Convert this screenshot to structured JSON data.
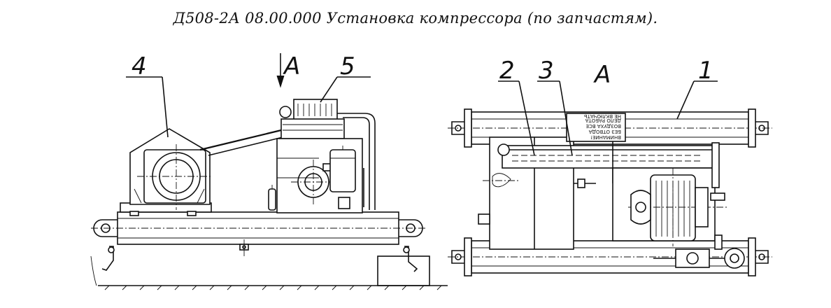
{
  "title": "Д508-2А  08.00.000  Установка компрессора   (по запчастям).",
  "callouts": {
    "part_4": "4",
    "view_a_arrow": "А",
    "part_5": "5",
    "part_2": "2",
    "part_3": "3",
    "view_a_label": "А",
    "part_1": "1"
  },
  "warning_plate": [
    "ВНИМАНИЕ!",
    "БЕЗ ОТВОДА",
    "ВОЗДУХА ВСЕ",
    "ДЕЛО РАБОТА",
    "НЕ ВКЛЮЧАТЬ"
  ]
}
